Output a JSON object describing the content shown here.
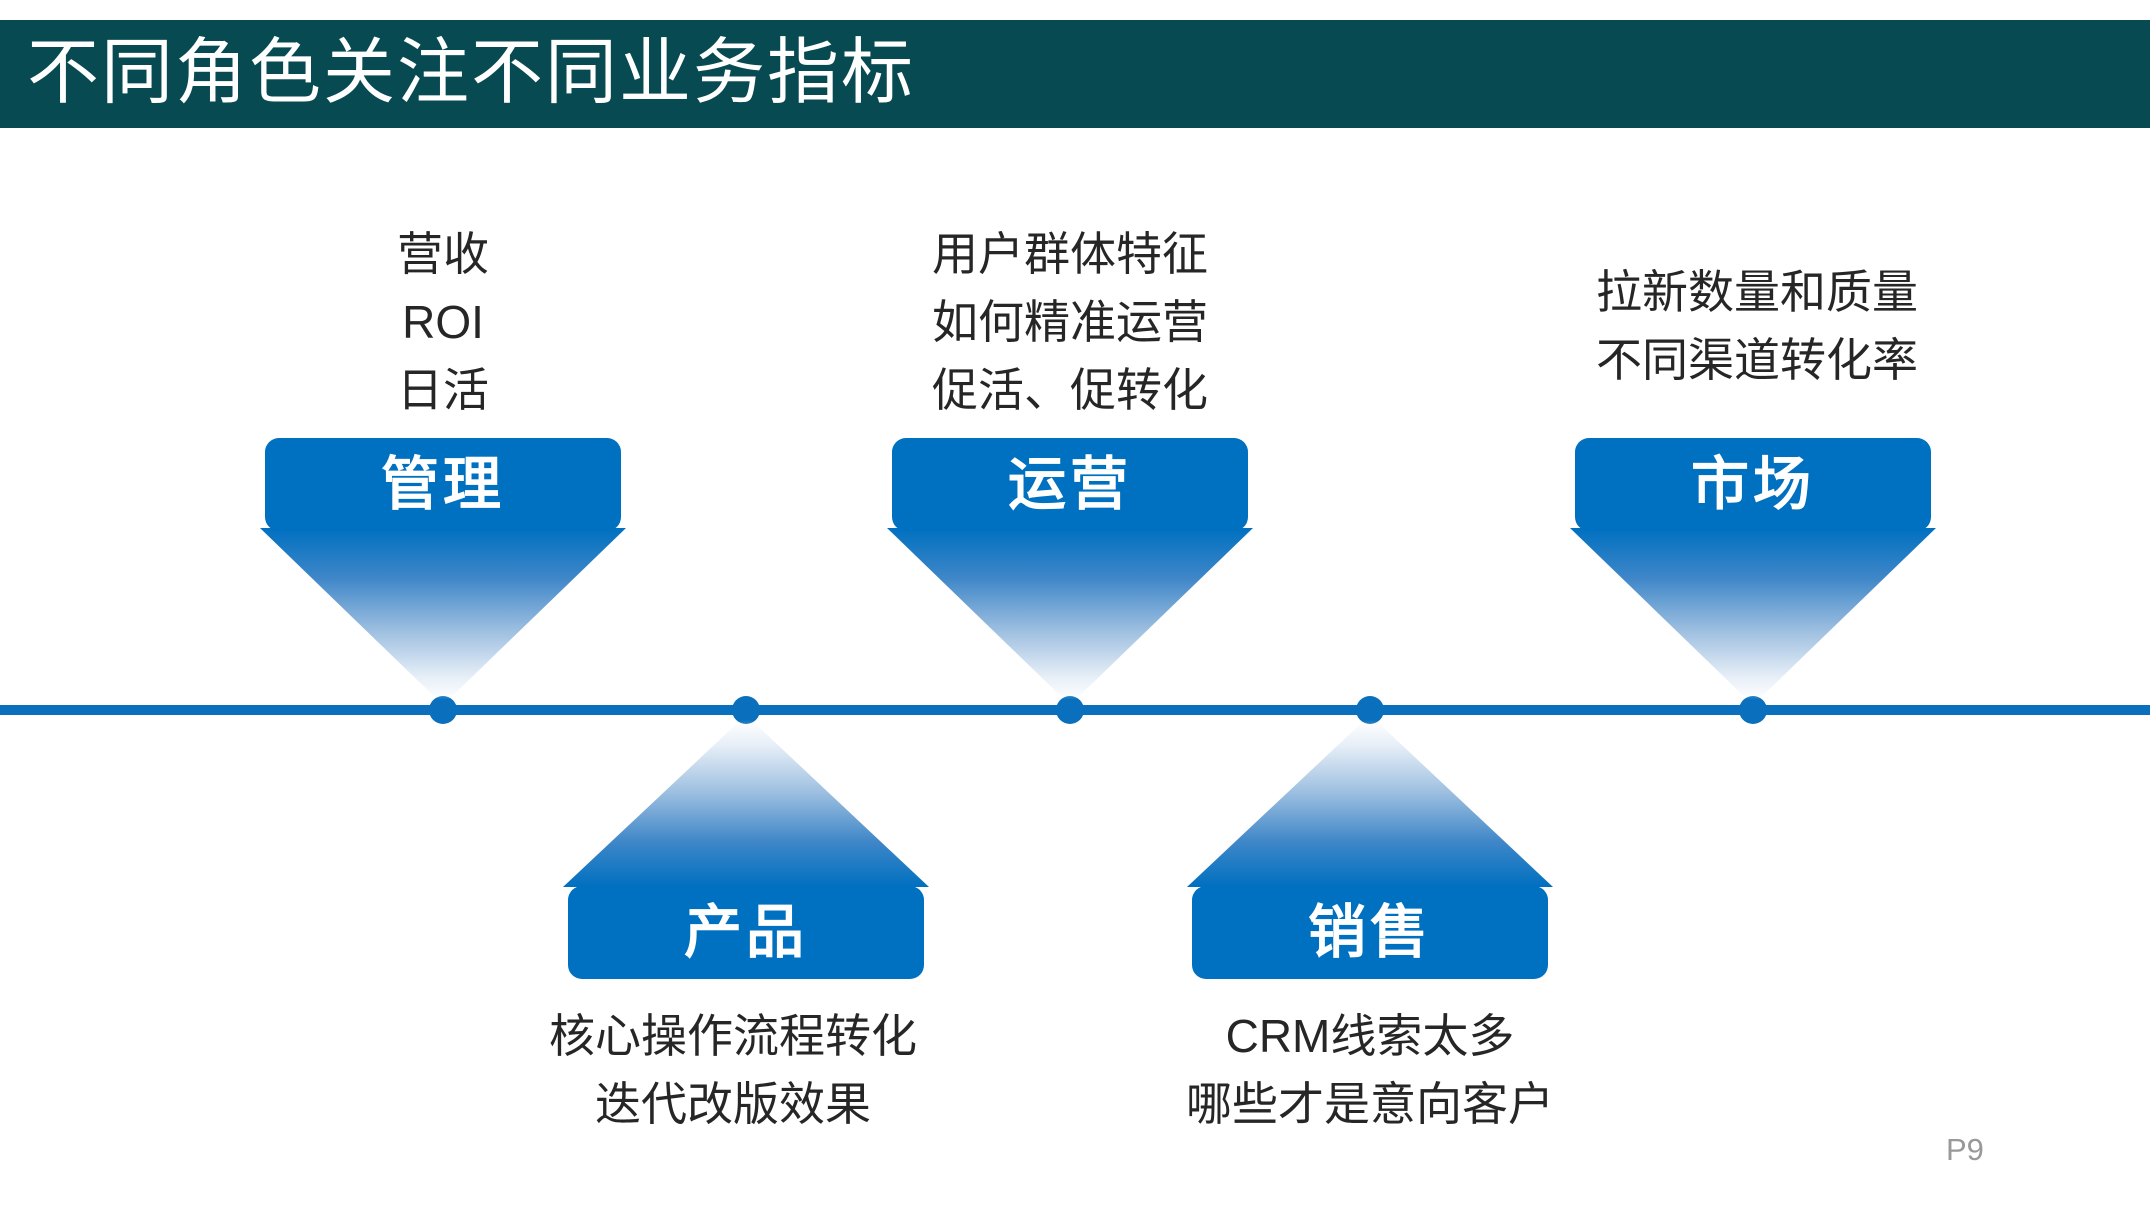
{
  "title": "不同角色关注不同业务指标",
  "page_number": "P9",
  "colors": {
    "header_bg": "#084a52",
    "box_blue": "#0070c0",
    "timeline_blue": "#0a6fbd",
    "annotation_text": "#262626",
    "page_number_gray": "#999999"
  },
  "timeline": {
    "dot_count": 5
  },
  "roles": [
    {
      "id": "management",
      "label": "管理",
      "position": "above",
      "lines": [
        "营收",
        "ROI",
        "日活"
      ]
    },
    {
      "id": "product",
      "label": "产品",
      "position": "below",
      "lines": [
        "核心操作流程转化",
        "迭代改版效果"
      ]
    },
    {
      "id": "operations",
      "label": "运营",
      "position": "above",
      "lines": [
        "用户群体特征",
        "如何精准运营",
        "促活、促转化"
      ]
    },
    {
      "id": "sales",
      "label": "销售",
      "position": "below",
      "lines": [
        "CRM线索太多",
        "哪些才是意向客户"
      ]
    },
    {
      "id": "market",
      "label": "市场",
      "position": "above",
      "lines": [
        "拉新数量和质量",
        "不同渠道转化率"
      ]
    }
  ]
}
